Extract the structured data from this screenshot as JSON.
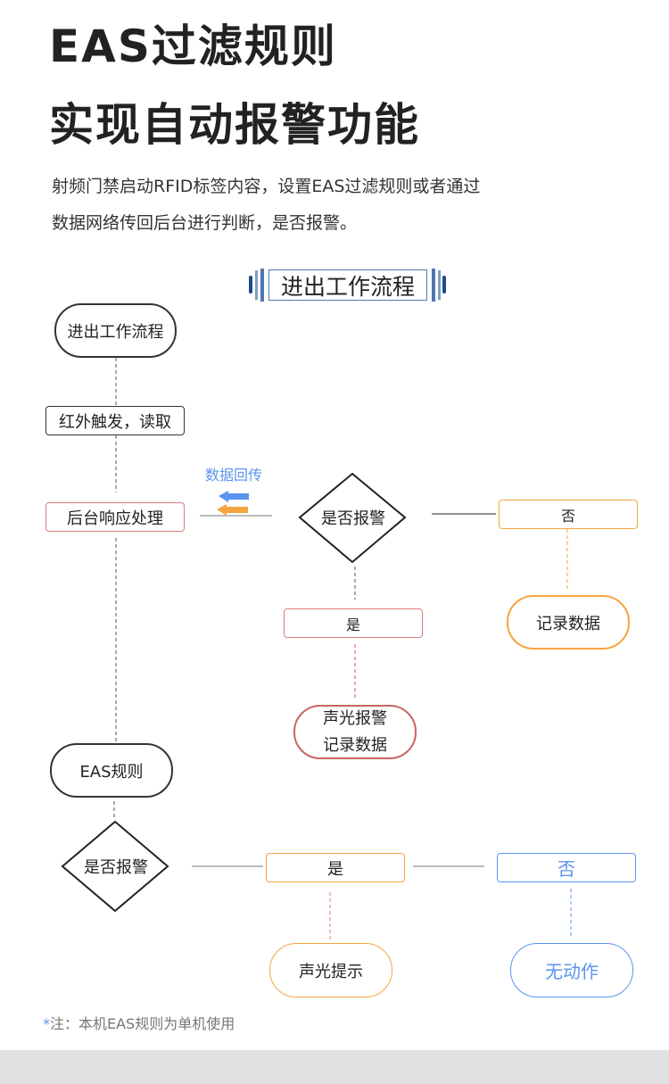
{
  "title": {
    "line1": "EAS过滤规则",
    "line2": "实现自动报警功能"
  },
  "intro": {
    "line1": "射频门禁启动RFID标签内容，设置EAS过滤规则或者通过",
    "line2": "数据网络传回后台进行判断，是否报警。"
  },
  "section_badge": "进出工作流程",
  "flow1": {
    "start": "进出工作流程",
    "read": "红外触发，读取",
    "backend": "后台响应处理",
    "data_return": "数据回传",
    "decision": "是否报警",
    "no": "否",
    "record": "记录数据",
    "yes": "是",
    "alarm_line1": "声光报警",
    "alarm_line2": "记录数据"
  },
  "flow2": {
    "start": "EAS规则",
    "decision": "是否报警",
    "yes": "是",
    "no": "否",
    "yes_result": "声光提示",
    "no_result": "无动作"
  },
  "note": {
    "star": "*",
    "text": "注：本机EAS规则为单机使用"
  },
  "colors": {
    "black": "#333333",
    "red": "#e07a7a",
    "orange": "#f5a540",
    "blue": "#5b93f0",
    "navy": "#1f4b8c"
  }
}
